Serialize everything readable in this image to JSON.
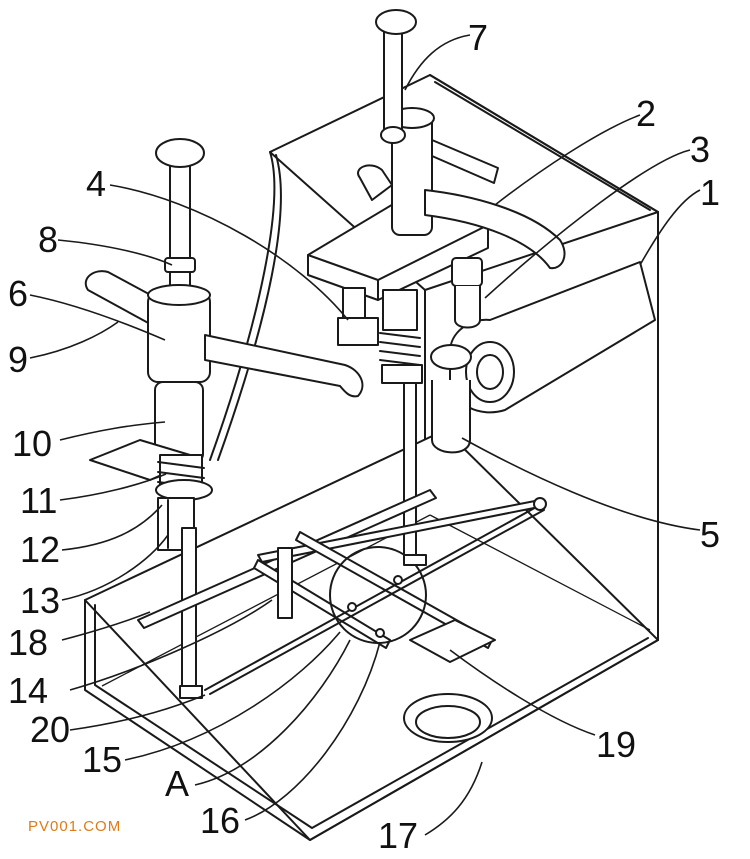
{
  "figure": {
    "part_numbers": [
      "1",
      "2",
      "3",
      "4",
      "5",
      "6",
      "7",
      "8",
      "9",
      "10",
      "11",
      "12",
      "13",
      "14",
      "15",
      "16",
      "17",
      "18",
      "19",
      "20",
      "A"
    ],
    "watermark": "PV001.COM",
    "line_color": "#1a1a1a",
    "watermark_color": "#e07a18"
  }
}
